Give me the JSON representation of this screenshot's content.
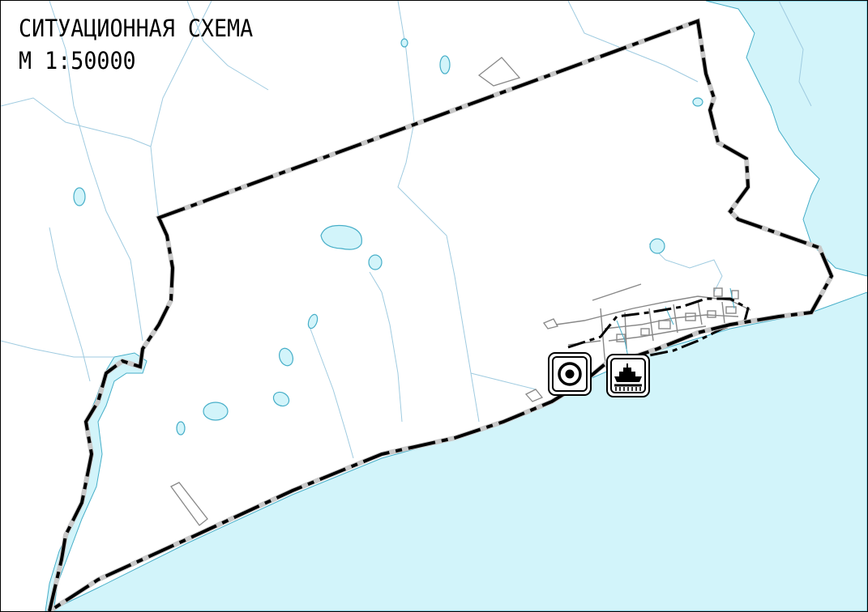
{
  "map": {
    "title": "СИТУАЦИОННАЯ СХЕМА",
    "scale": "М 1:50000",
    "colors": {
      "water": "#d2f4fa",
      "water_outline": "#46aec8",
      "rivers": "#9fcbe0",
      "boundary_dash": "#000000",
      "boundary_gap": "#c8c8c8",
      "settlement_lines": "#888888"
    },
    "symbols": [
      {
        "name": "target-icon",
        "meaning": "concentric-circle marker"
      },
      {
        "name": "ship-icon",
        "meaning": "port/vessel marker"
      }
    ]
  }
}
